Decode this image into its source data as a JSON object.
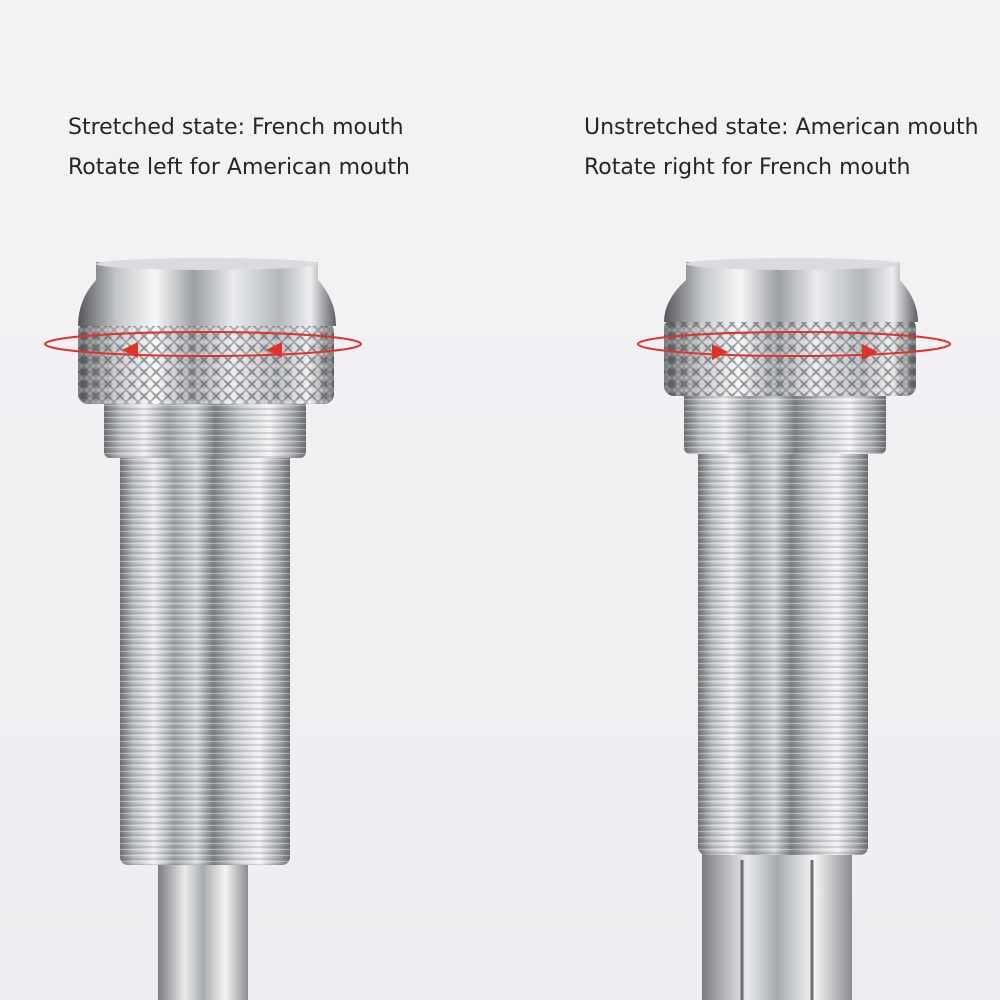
{
  "captions": {
    "left": {
      "line1": "Stretched state: French mouth",
      "line2": "Rotate left for American mouth"
    },
    "right": {
      "line1": "Unstretched state: American mouth",
      "line2": "Rotate right for French mouth"
    }
  },
  "colors": {
    "background": "#f2f1f4",
    "text": "#262626",
    "arrow": "#e0322c"
  },
  "rotation_direction": {
    "left": "left",
    "right": "right"
  }
}
